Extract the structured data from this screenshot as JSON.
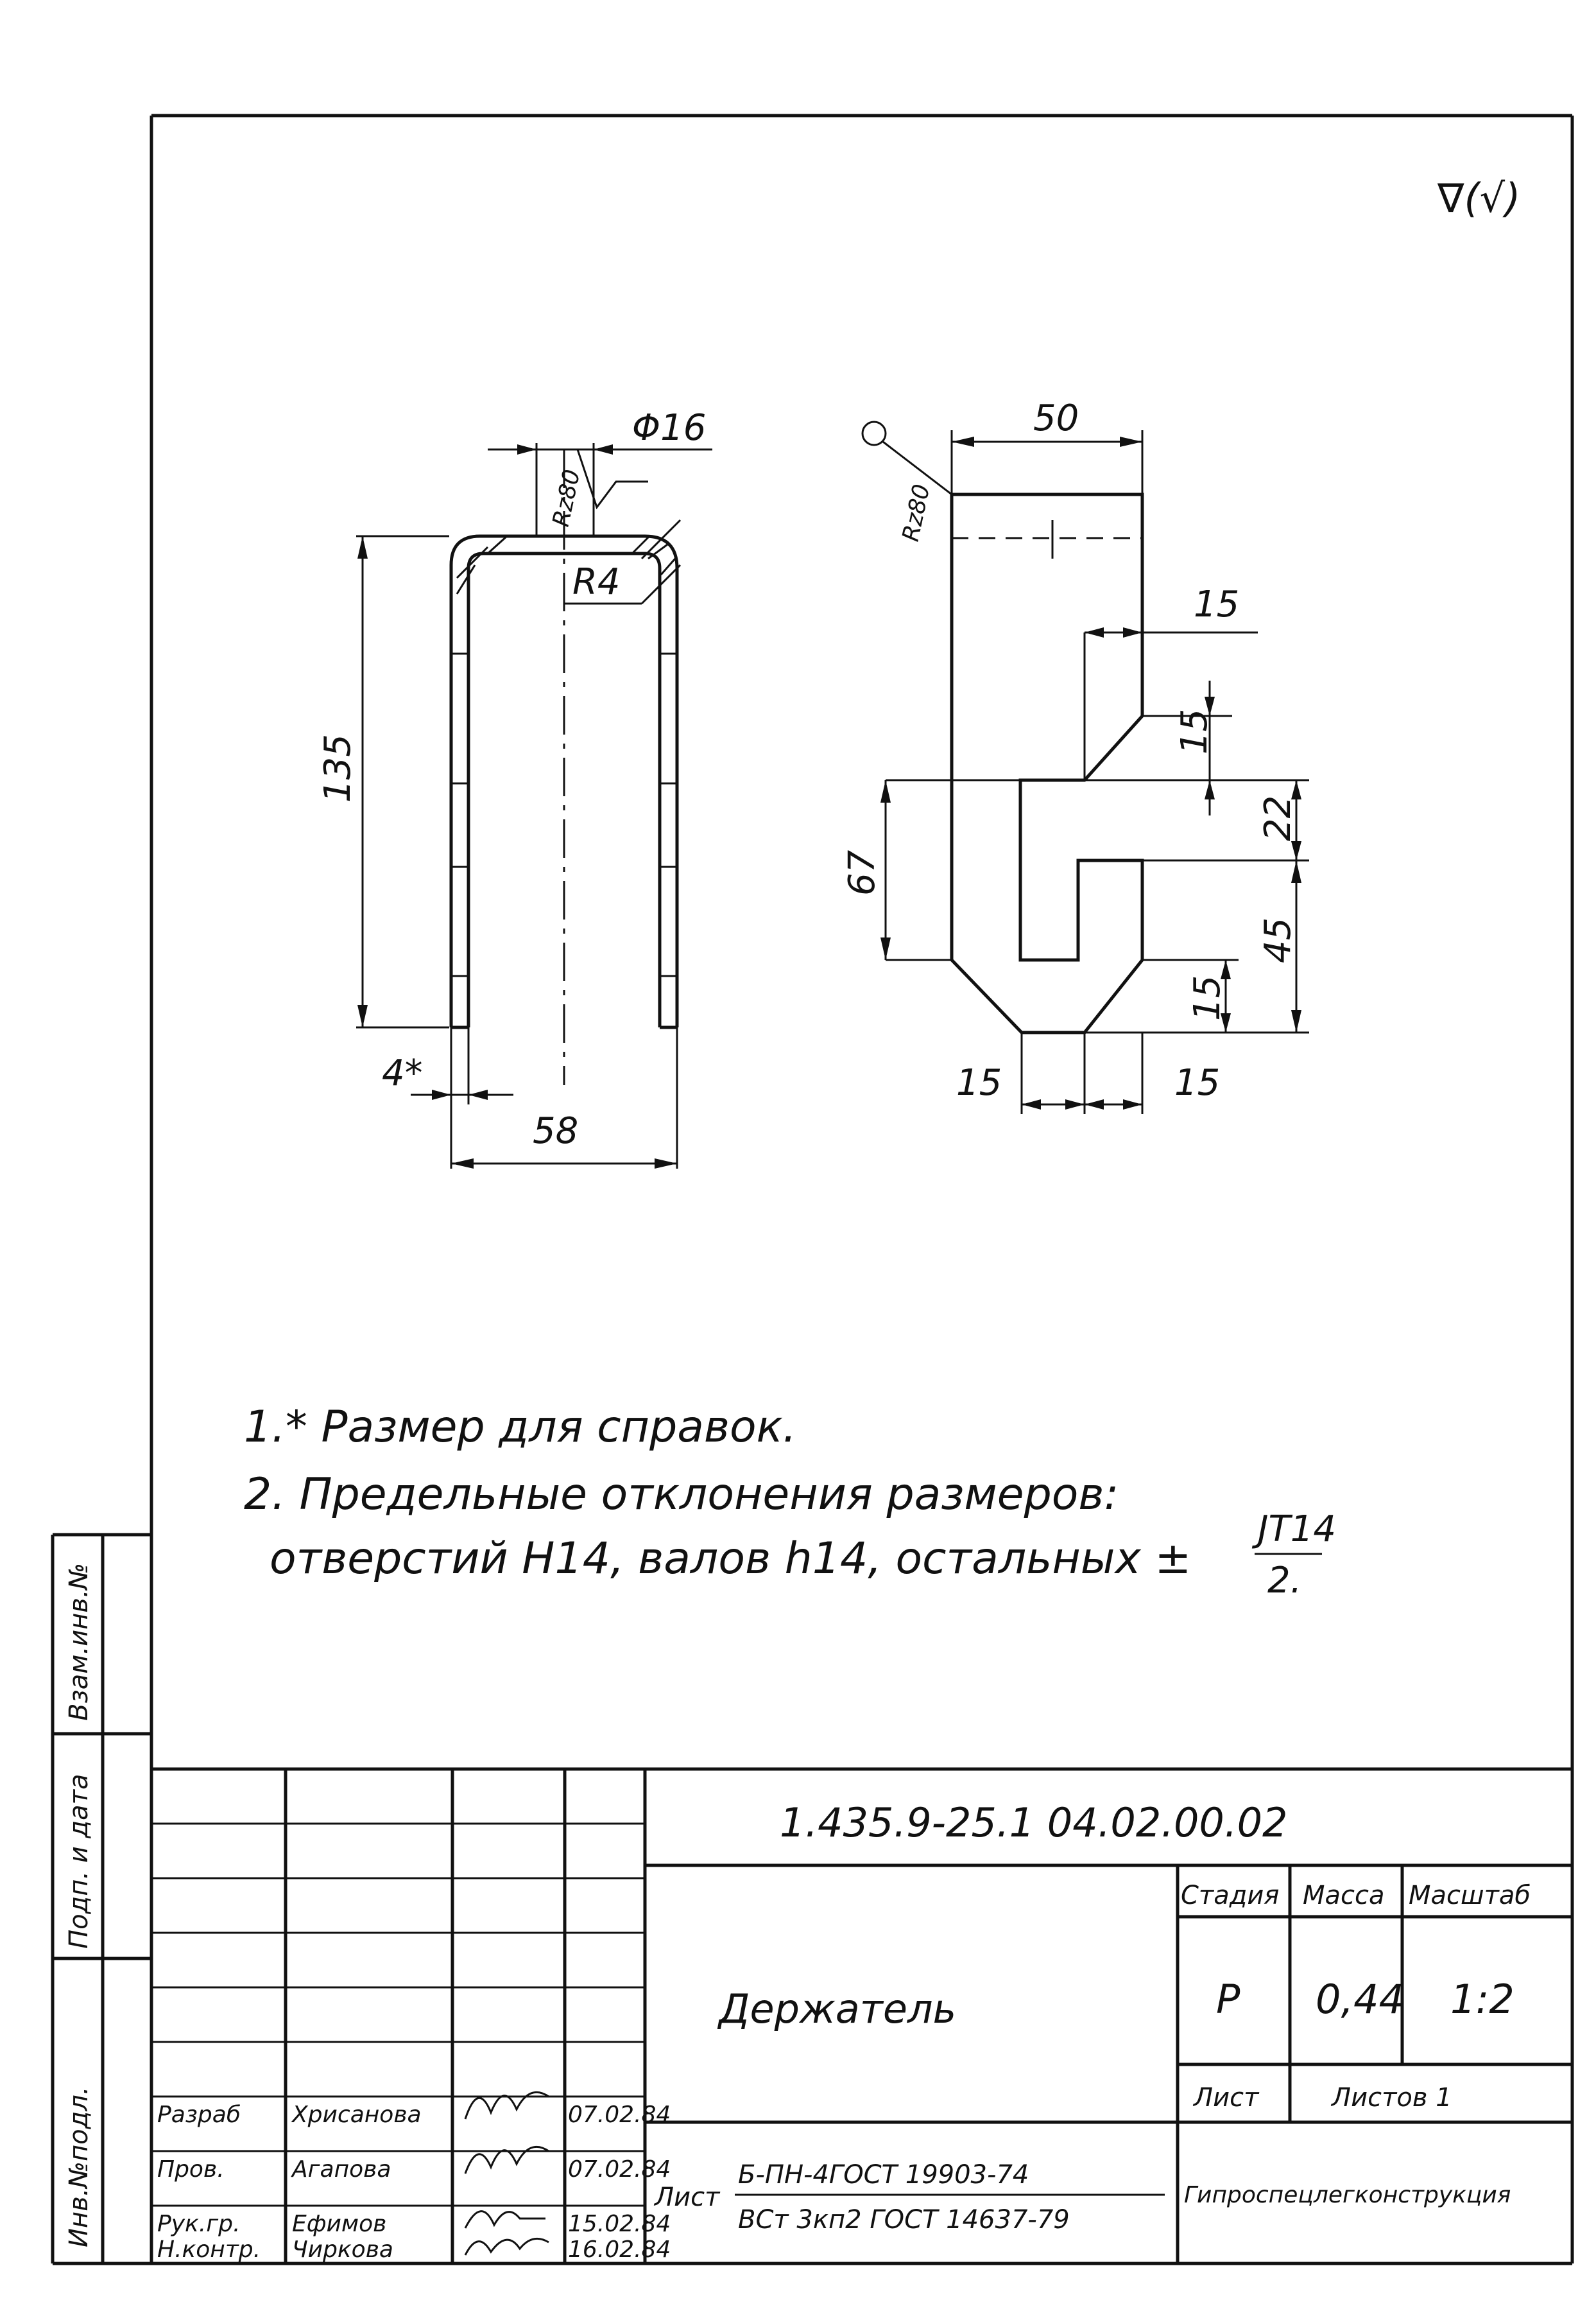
{
  "roughness": {
    "general": "∇(√)",
    "rz": "Rz80"
  },
  "front_view": {
    "dims": {
      "diameter": "Φ16",
      "radius": "R4",
      "height": "135",
      "width": "58",
      "thickness": "4*"
    }
  },
  "side_view": {
    "dims": {
      "width": "50",
      "d15a": "15",
      "d15b": "15",
      "d22": "22",
      "d67": "67",
      "d45": "45",
      "d15c": "15",
      "d15d": "15",
      "d15e": "15"
    }
  },
  "notes": {
    "line1": "1.* Размер для справок.",
    "line2": "2. Предельные отклонения размеров:",
    "line3": "отверстий H14, валов h14, остальных ±",
    "frac_num": "JT14",
    "frac_den": "2."
  },
  "side_strip": {
    "inv_dup": "Взам.инв.№",
    "sign_date": "Подп. и дата",
    "inv_orig": "Инв.№подл."
  },
  "title_block": {
    "designation": "1.435.9-25.1 04.02.00.02",
    "name": "Держатель",
    "stage_label": "Стадия",
    "mass_label": "Масса",
    "scale_label": "Масштаб",
    "stage": "Р",
    "mass": "0,44",
    "scale": "1:2",
    "sheet_label": "Лист",
    "sheets_label": "Листов 1",
    "material_prefix": "Лист",
    "material_top": "Б-ПН-4ГОСТ 19903-74",
    "material_bottom": "ВСт 3кп2 ГОСТ 14637-79",
    "organization": "Гипроспецлегконструкция",
    "signatures": [
      {
        "role": "Разраб",
        "name": "Хрисанова",
        "date": "07.02.84"
      },
      {
        "role": "Пров.",
        "name": "Агапова",
        "date": "07.02.84"
      },
      {
        "role": "Рук.гр.",
        "name": "Ефимов",
        "date": "15.02.84"
      },
      {
        "role": "Н.контр.",
        "name": "Чиркова",
        "date": "16.02.84"
      }
    ]
  }
}
